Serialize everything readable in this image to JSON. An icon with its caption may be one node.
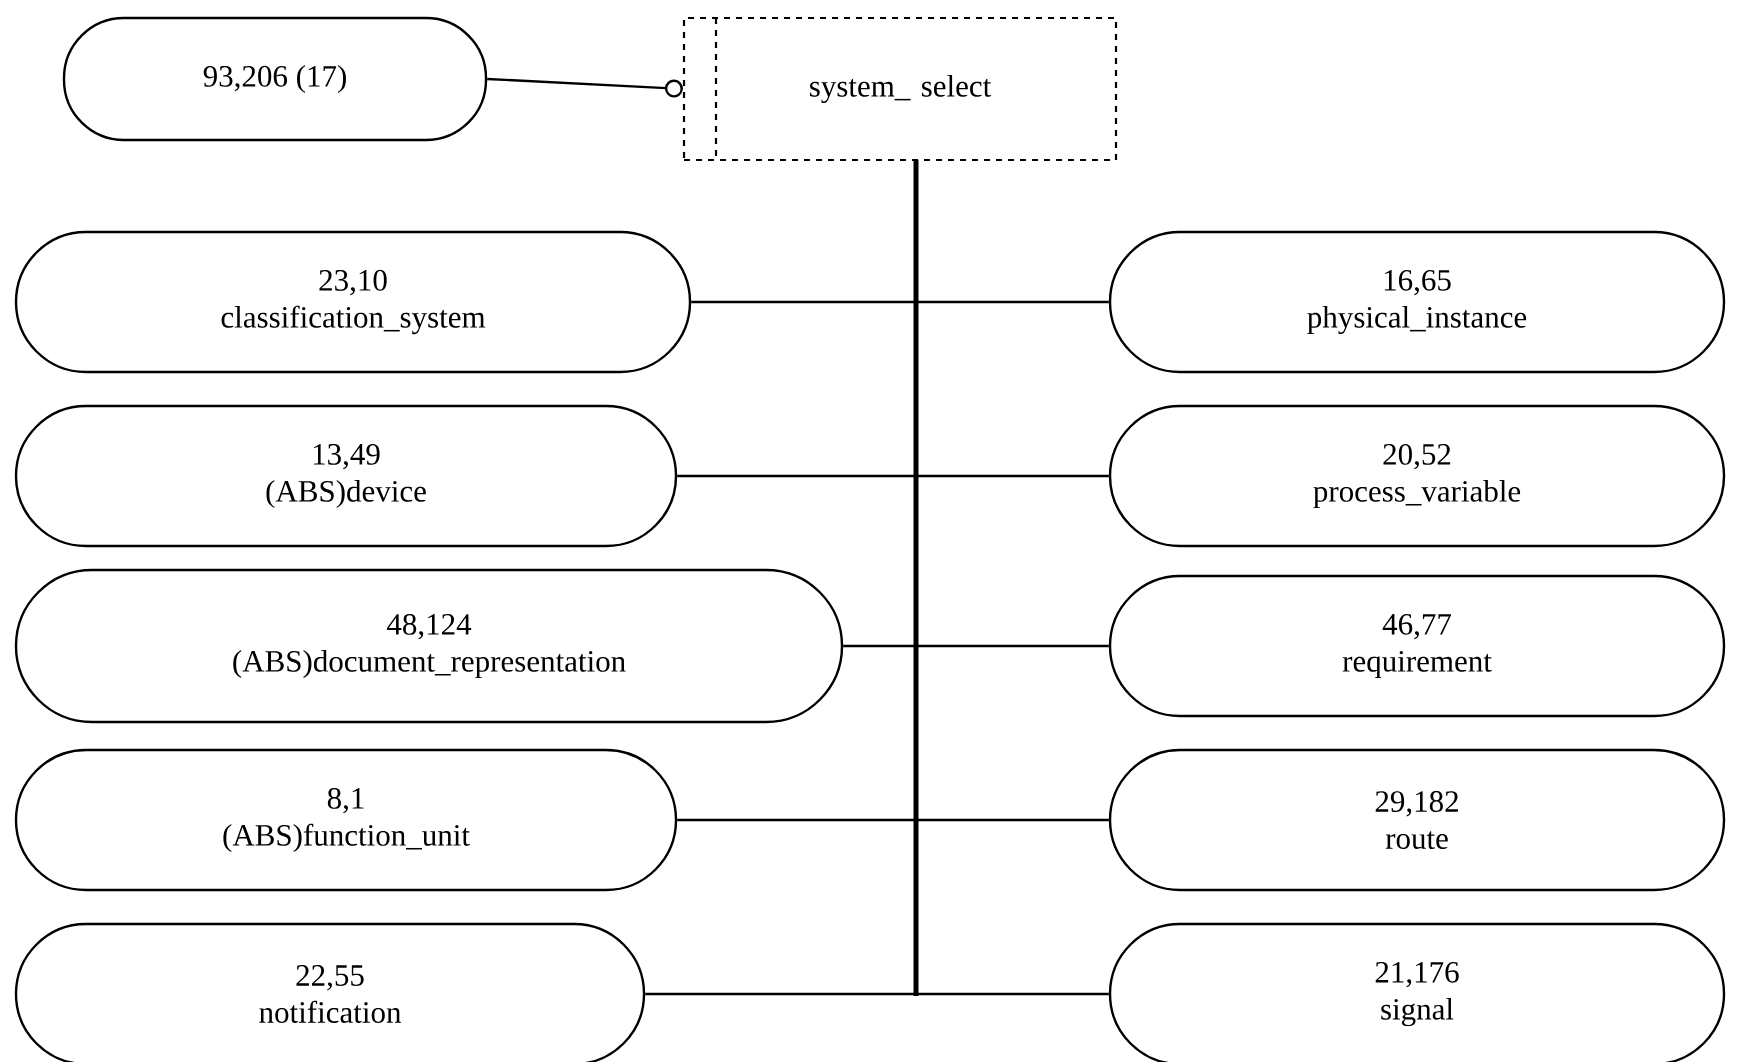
{
  "diagram": {
    "nodes": [
      {
        "text": [
          "93,206 (17)"
        ]
      },
      {
        "text": [
          "system_ select"
        ]
      },
      {
        "text": [
          "23,10",
          "classification_system"
        ]
      },
      {
        "text": [
          "16,65",
          "physical_instance"
        ]
      },
      {
        "text": [
          "13,49",
          "(ABS)device"
        ]
      },
      {
        "text": [
          "20,52",
          "process_variable"
        ]
      },
      {
        "text": [
          "48,124",
          "(ABS)document_representation"
        ]
      },
      {
        "text": [
          "46,77",
          "requirement"
        ]
      },
      {
        "text": [
          "8,1",
          "(ABS)function_unit"
        ]
      },
      {
        "text": [
          "29,182",
          "route"
        ]
      },
      {
        "text": [
          "22,55",
          "notification"
        ]
      },
      {
        "text": [
          "21,176",
          "signal"
        ]
      }
    ],
    "edges": [
      {
        "from": 0,
        "to": 1,
        "arrow": "other"
      },
      {
        "from": 1,
        "to": 2,
        "arrow": "none"
      },
      {
        "from": 1,
        "to": 3,
        "arrow": "none"
      },
      {
        "from": 1,
        "to": 4,
        "arrow": "none"
      },
      {
        "from": 1,
        "to": 5,
        "arrow": "none"
      },
      {
        "from": 1,
        "to": 6,
        "arrow": "none"
      },
      {
        "from": 1,
        "to": 7,
        "arrow": "none"
      },
      {
        "from": 1,
        "to": 8,
        "arrow": "none"
      },
      {
        "from": 1,
        "to": 9,
        "arrow": "none"
      },
      {
        "from": 1,
        "to": 10,
        "arrow": "none"
      },
      {
        "from": 1,
        "to": 11,
        "arrow": "none"
      }
    ]
  }
}
